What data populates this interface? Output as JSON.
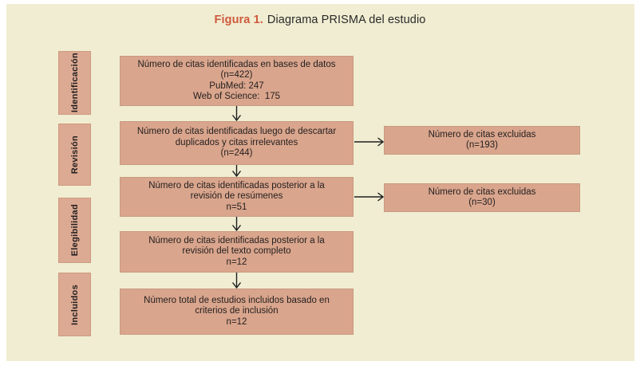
{
  "figure": {
    "title_prefix": "Figura 1.",
    "title_text": "Diagrama PRISMA del estudio"
  },
  "stages": [
    "Identificación",
    "Revisión",
    "Elegibilidad",
    "Incluidos"
  ],
  "flow_boxes": [
    {
      "lines": [
        "Número de citas identificadas en bases de datos",
        "(n=422)",
        "PubMed: 247",
        "Web of Science:  175"
      ]
    },
    {
      "lines": [
        "Número de citas identificadas luego de descartar",
        "duplicados y citas irrelevantes",
        "(n=244)"
      ]
    },
    {
      "lines": [
        "Número de citas identificadas posterior a la",
        "revisión de resúmenes",
        "n=51"
      ]
    },
    {
      "lines": [
        "Número de citas identificadas posterior a la",
        "revisión del texto completo",
        "n=12"
      ]
    },
    {
      "lines": [
        "Número total de estudios incluidos basado en",
        "criterios de inclusión",
        "n=12"
      ]
    }
  ],
  "excluded_boxes": [
    {
      "lines": [
        "Número de citas excluidas",
        "(n=193)"
      ]
    },
    {
      "lines": [
        "Número de citas excluidas",
        "(n=30)"
      ]
    }
  ],
  "colors": {
    "canvas_background": "#f0edd2",
    "box_fill": "#d9a58c",
    "stage_fill": "#dcaa92",
    "title_accent": "#d05a3d",
    "text": "#231f20",
    "arrow": "#1f1f1f"
  }
}
